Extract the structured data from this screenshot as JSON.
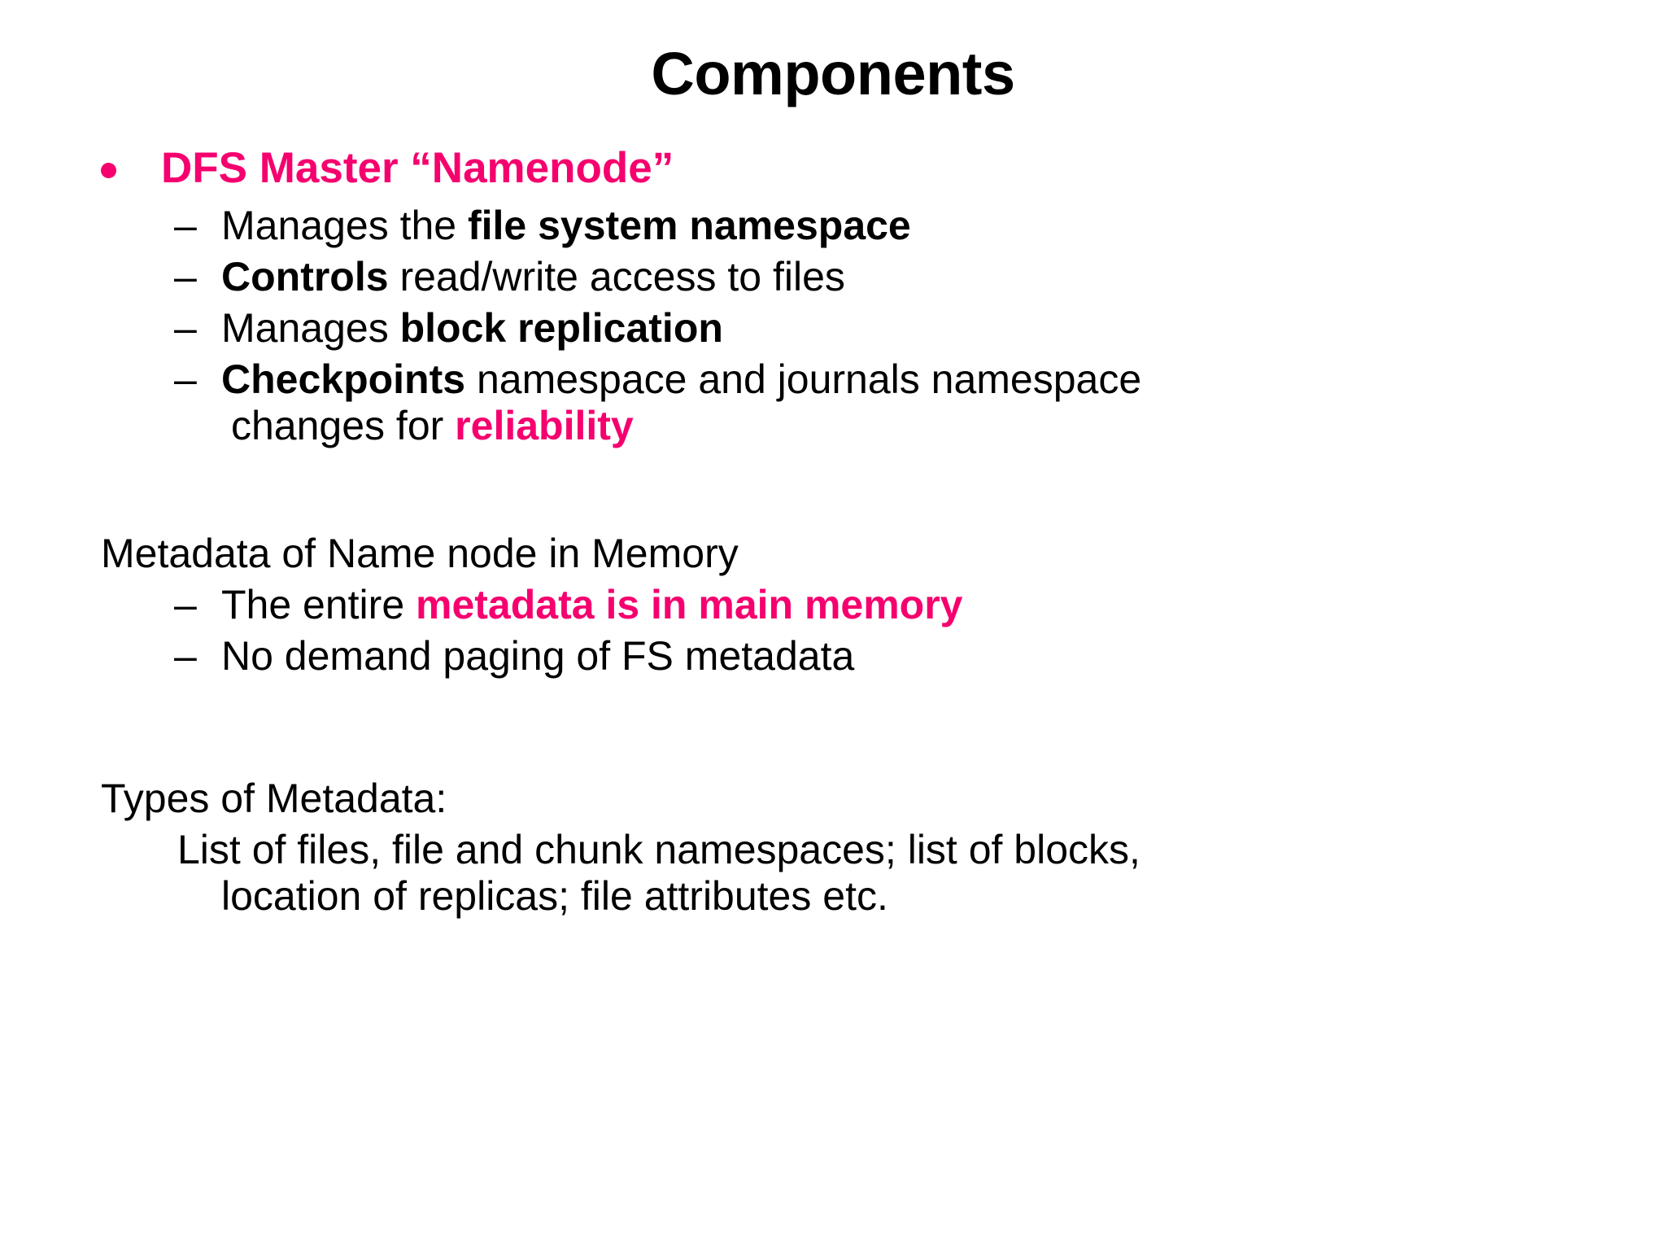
{
  "slide": {
    "title": "Components",
    "background_color": "#FFFFFF",
    "accent_color": "#F5006E",
    "text_color": "#000000"
  },
  "bullets": {
    "l1_dfs_master": "DFS Master “Namenode”",
    "l2_manages_ns_pre": "Manages the ",
    "l2_manages_ns_bold": "file system namespace",
    "l2_controls_bold": "Controls",
    "l2_controls_post": " read/write access to files",
    "l2_block_pre": "Manages ",
    "l2_block_bold": "block replication",
    "l2_checkpoints_bold": "Checkpoints",
    "l2_checkpoints_mid": " namespace and journals namespace",
    "l2_checkpoints_cont_pre": "changes for ",
    "l2_checkpoints_cont_pink": "reliability"
  },
  "metadata_section": {
    "heading": "Metadata of Name node in Memory",
    "l2_entire_pre": "The entire ",
    "l2_entire_pink": "metadata is in main memory",
    "l2_no_paging": "No demand paging of FS metadata"
  },
  "types_section": {
    "heading": "Types of Metadata:",
    "line1": "List of files, file and chunk namespaces; list of blocks,",
    "line2": "location of replicas; file attributes etc."
  },
  "icons": {
    "bullet_dot": "round-bullet-dot",
    "dash": "–"
  }
}
